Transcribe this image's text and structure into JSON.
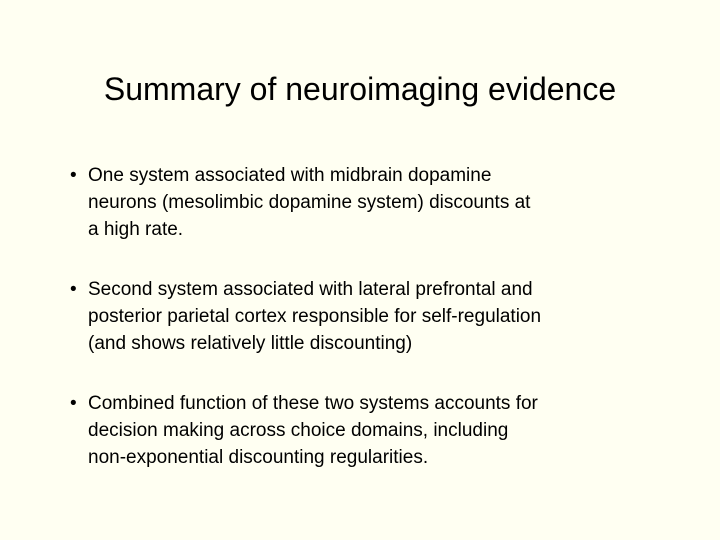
{
  "slide": {
    "title": "Summary of neuroimaging evidence",
    "bullet_char": "•",
    "bullets": [
      {
        "text": "One system associated with midbrain dopamine neurons (mesolimbic dopamine system) discounts at a high rate.",
        "lines": [
          "One system associated with midbrain dopamine",
          "neurons (mesolimbic dopamine system) discounts at",
          "a high rate."
        ]
      },
      {
        "text": "Second system associated with lateral prefrontal and posterior parietal cortex responsible for self-regulation (and shows relatively little discounting)",
        "lines": [
          "Second system associated with lateral prefrontal and",
          "posterior parietal cortex responsible for self-regulation",
          "(and shows relatively little discounting)"
        ]
      },
      {
        "text": "Combined function of these two systems accounts for decision making across choice domains, including non-exponential discounting regularities.",
        "lines": [
          "Combined function of these two systems accounts for",
          "decision making across choice domains, including",
          "non-exponential discounting regularities."
        ]
      }
    ],
    "colors": {
      "background": "#FFFFF2",
      "text": "#000000"
    }
  }
}
